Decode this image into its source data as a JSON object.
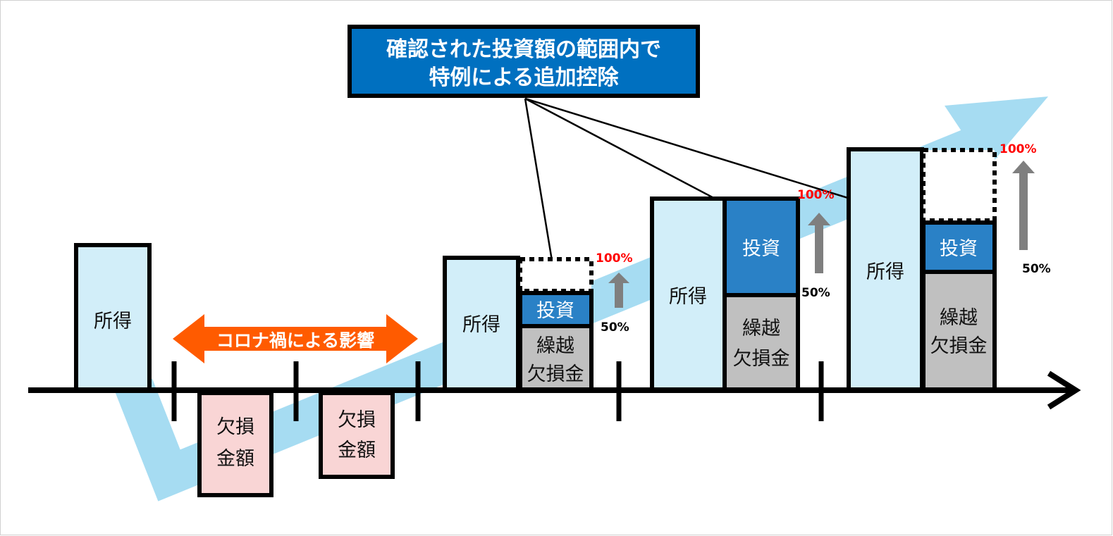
{
  "colors": {
    "income": "#d2eef9",
    "loss": "#f9d5d5",
    "invest": "#2a81c6",
    "carry": "#c0c0c0",
    "callout": "#0070c0",
    "trend": "#a6dcf2",
    "covid": "#ff5b00",
    "red": "#ff0000",
    "gray_arrow": "#7f7f7f"
  },
  "callout": {
    "line1": "確認された投資額の範囲内で",
    "line2": "特例による追加控除"
  },
  "covid_label": "コロナ禍による影響",
  "income_label": "所得",
  "loss_label": {
    "line1": "欠損",
    "line2": "金額"
  },
  "invest_label": "投資",
  "carry_label": {
    "line1": "繰越",
    "line2": "欠損金"
  },
  "pct_100": "100%",
  "pct_50": "50%"
}
